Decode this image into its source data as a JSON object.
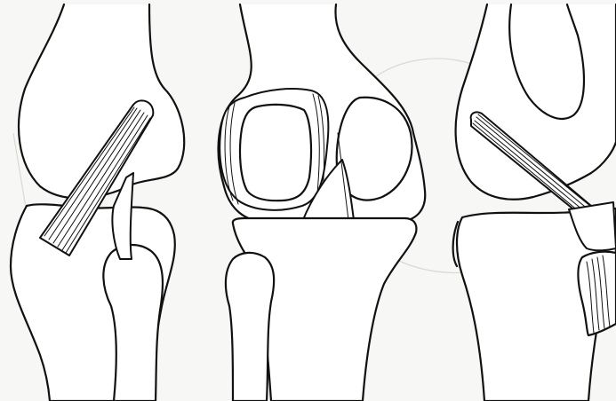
{
  "illustration": {
    "panels": [
      {
        "id": "knee-view-left"
      },
      {
        "id": "knee-view-middle"
      },
      {
        "id": "knee-view-right"
      }
    ],
    "colors": {
      "background": "#f7f7f5",
      "ink": "#111111",
      "ghost_lines": "#d9d9d4"
    }
  }
}
